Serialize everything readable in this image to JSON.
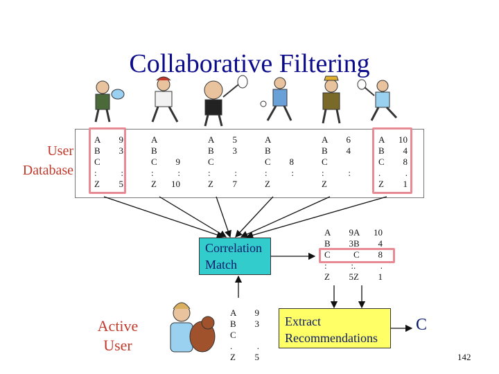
{
  "title": "Collaborative Filtering",
  "db_label": [
    "User",
    "Database"
  ],
  "users": [
    {
      "rows": [
        [
          "A",
          "9"
        ],
        [
          "B",
          "3"
        ],
        [
          "C",
          ""
        ],
        [
          ":",
          ":"
        ],
        [
          "Z",
          "5"
        ]
      ]
    },
    {
      "rows": [
        [
          "A",
          ""
        ],
        [
          "B",
          ""
        ],
        [
          "C",
          "9"
        ],
        [
          ":",
          ":"
        ],
        [
          "Z",
          "10"
        ]
      ]
    },
    {
      "rows": [
        [
          "A",
          "5"
        ],
        [
          "B",
          "3"
        ],
        [
          "C",
          ""
        ],
        [
          ":",
          ":"
        ],
        [
          "Z",
          "7"
        ]
      ]
    },
    {
      "rows": [
        [
          "A",
          ""
        ],
        [
          "B",
          ""
        ],
        [
          "C",
          "8"
        ],
        [
          ":",
          ":"
        ],
        [
          "Z",
          ""
        ]
      ]
    },
    {
      "rows": [
        [
          "A",
          "6"
        ],
        [
          "B",
          "4"
        ],
        [
          "C",
          ""
        ],
        [
          ":",
          ":"
        ],
        [
          "Z",
          ""
        ]
      ]
    },
    {
      "rows": [
        [
          "A",
          "10"
        ],
        [
          "B",
          "4"
        ],
        [
          "C",
          "8"
        ],
        [
          ".",
          "."
        ],
        [
          "Z",
          "1"
        ]
      ]
    }
  ],
  "matched": [
    {
      "rows": [
        [
          "A",
          "9"
        ],
        [
          "B",
          "3"
        ],
        [
          "C",
          ""
        ],
        [
          ":",
          ":"
        ],
        [
          "Z",
          "5"
        ]
      ]
    },
    {
      "rows": [
        [
          "A",
          "10"
        ],
        [
          "B",
          "4"
        ],
        [
          "C",
          "8"
        ],
        [
          ".",
          "."
        ],
        [
          "Z",
          "1"
        ]
      ]
    }
  ],
  "active_vector": {
    "rows": [
      [
        "A",
        "9"
      ],
      [
        "B",
        "3"
      ],
      [
        "C",
        ""
      ],
      [
        ".",
        "."
      ],
      [
        "Z",
        "5"
      ]
    ]
  },
  "correlation_label": [
    "Correlation",
    "Match"
  ],
  "extract_label": [
    "Extract",
    "Recommendations"
  ],
  "active_user_label": [
    "Active",
    "User"
  ],
  "result": "C",
  "page_number": "142",
  "colors": {
    "title": "#0a0a8a",
    "red_label": "#c0392b",
    "highlight": "#e88a93",
    "correlation_box": "#33cccc",
    "extract_box": "#ffff66"
  }
}
